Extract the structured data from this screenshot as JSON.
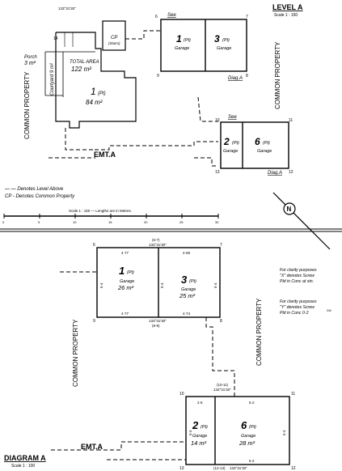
{
  "level_a": {
    "title": "LEVEL A",
    "scale": "Scale 1 : 150",
    "common_property_left": "COMMON PROPERTY",
    "common_property_right": "COMMON PROPERTY",
    "emt": "EMT.A",
    "porch_label": "Porch",
    "porch_area": "3 m²",
    "courtyard_label": "Courtyard 9 m²",
    "total_area_label": "TOTAL AREA",
    "total_area_value": "122 m²",
    "lot1_num": "1",
    "lot1_pt": "(Pt)",
    "lot1_area": "84 m²",
    "cp_label": "CP",
    "cp_sub": "(Stairs)",
    "dim_top": "133°31'30\"",
    "dim_small": "14",
    "see_top": "See",
    "diag_top": "Diag.A",
    "see_bottom": "See",
    "diag_bottom": "Diag.A",
    "garage1": {
      "num": "1",
      "pt": "(Pt)",
      "label": "Garage"
    },
    "garage3": {
      "num": "3",
      "pt": "(Pt)",
      "label": "Garage"
    },
    "garage2": {
      "num": "2",
      "pt": "(Pt)",
      "label": "Garage"
    },
    "garage6": {
      "num": "6",
      "pt": "(Pt)",
      "label": "Garage"
    },
    "corner_6": "6",
    "corner_7": "7",
    "corner_8": "8",
    "corner_9": "9",
    "corner_10": "10",
    "corner_11": "11",
    "corner_12": "12",
    "corner_13": "13"
  },
  "legend": {
    "line1": "— — Denotes Level Above",
    "line2": "CP - Denotes Common Property"
  },
  "scale_bar": {
    "caption": "Scale 1 : 150 — Lengths are in Metres.",
    "ticks": [
      "0",
      "5",
      "10",
      "15",
      "20",
      "25",
      "30"
    ]
  },
  "diagram_a": {
    "title": "DIAGRAM A",
    "scale": "Scale 1 : 100",
    "common_property_left": "COMMON PROPERTY",
    "common_property_right": "COMMON PROPERTY",
    "emt": "EMT.A",
    "lot1": {
      "num": "1",
      "pt": "(Pt)",
      "label": "Garage",
      "area": "26 m²"
    },
    "lot3": {
      "num": "3",
      "pt": "(Pt)",
      "label": "Garage",
      "area": "25 m²"
    },
    "lot2": {
      "num": "2",
      "pt": "(Pt)",
      "label": "Garage",
      "area": "14 m²"
    },
    "lot6": {
      "num": "6",
      "pt": "(Pt)",
      "label": "Garage",
      "area": "28 m²"
    },
    "top_brg": "(6-7)",
    "top_brg2": "133°31'30\"",
    "bot_brg": "133°31'30\"",
    "bot_brg2": "(8-9)",
    "top2_brg": "(10-11)",
    "top2_brg2": "133°31'30\"",
    "bot2_brg": "133°31'30\"",
    "bot2_brg2": "(12-13)",
    "dims": {
      "d477a": "4·77",
      "d469": "4·69",
      "d477b": "4·77",
      "d474": "4·74",
      "d54a": "5·4",
      "d54b": "5·4",
      "d54c": "5·4",
      "d26": "2·6",
      "d52a": "5·2",
      "d52b": "5·2",
      "d54d": "5·4",
      "d54e": "5·4"
    },
    "note1": [
      "For clarity purposes",
      "\"X\" denotes Screw",
      "Pld in Conc at stn."
    ],
    "note2": [
      "For clarity purposes",
      "\"Y\" denotes Screw",
      "Pld in Conc 0·2"
    ],
    "note2_sup": "SW",
    "corners": {
      "c6": "6",
      "c7": "7",
      "c8": "8",
      "c9": "9",
      "c10": "10",
      "c11": "11",
      "c12": "12",
      "c13": "13"
    }
  }
}
